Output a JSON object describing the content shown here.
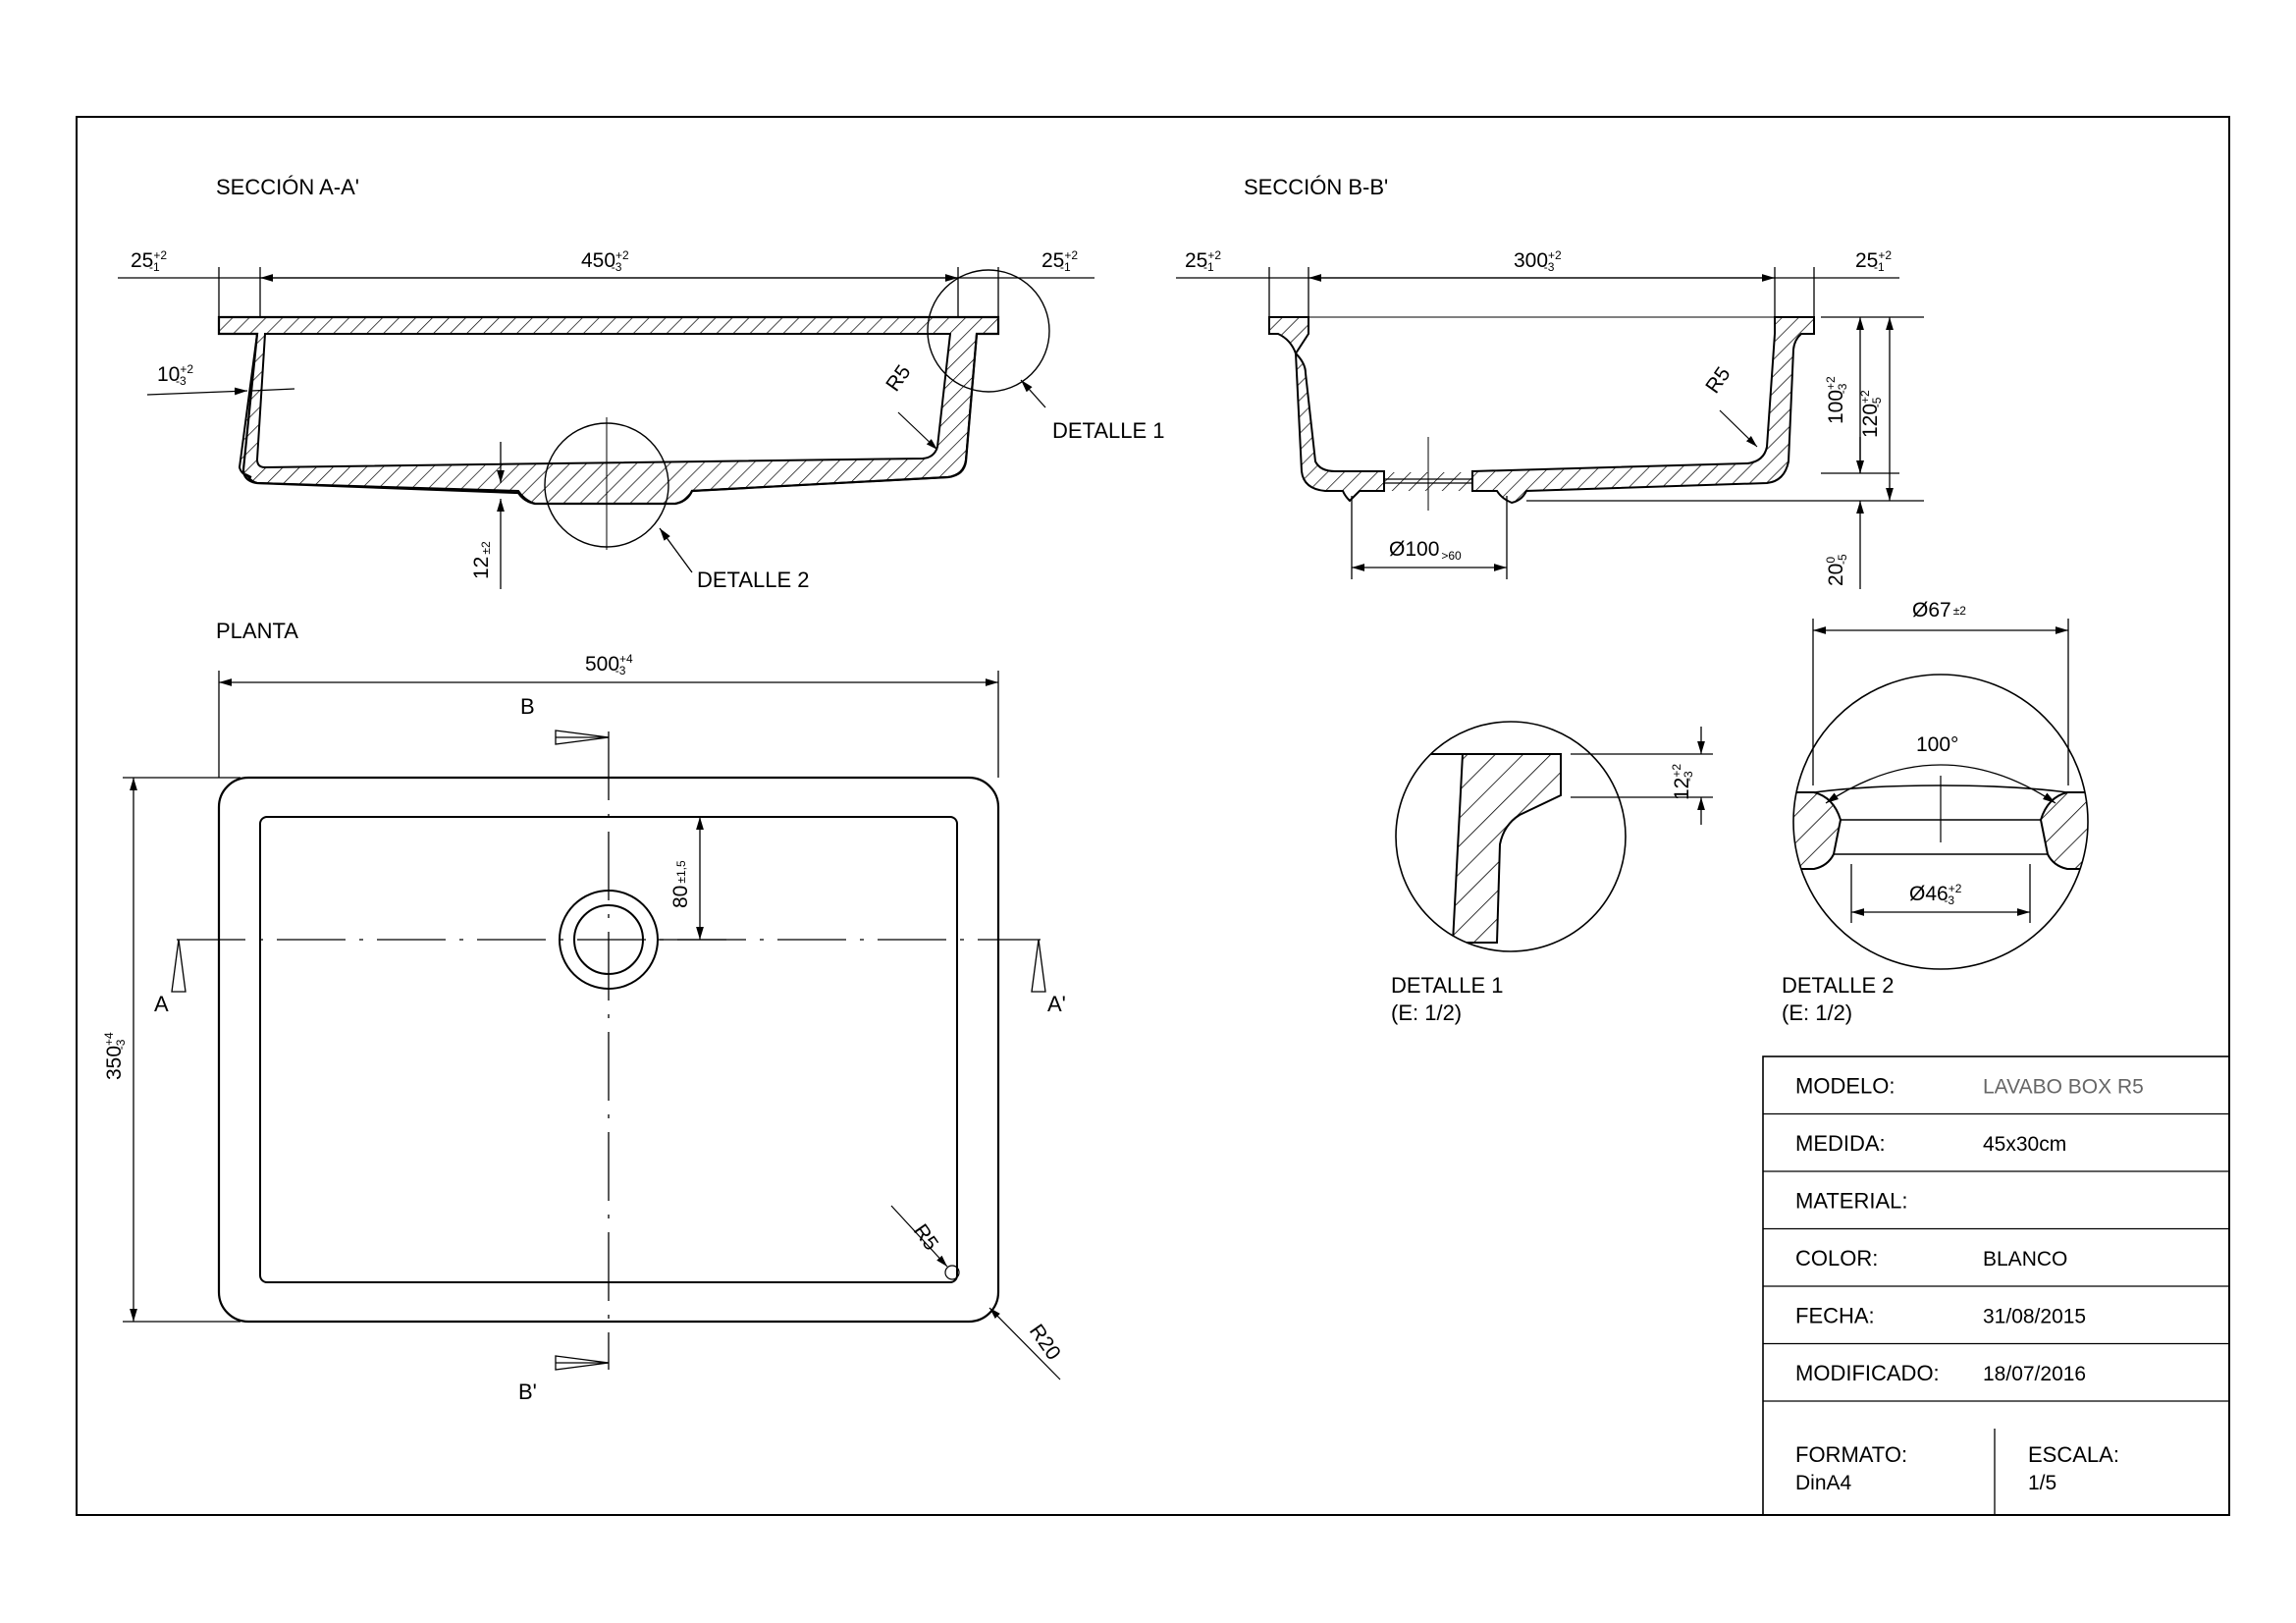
{
  "sections": {
    "aa": {
      "label": "SECCIÓN A-A'"
    },
    "bb": {
      "label": "SECCIÓN B-B'"
    },
    "plan": {
      "label": "PLANTA"
    }
  },
  "dims": {
    "aa_left": {
      "base": "25",
      "sup": "+2",
      "sub": "-1"
    },
    "aa_mid": {
      "base": "450",
      "sup": "+2",
      "sub": "-3"
    },
    "aa_right": {
      "base": "25",
      "sup": "+2",
      "sub": "-1"
    },
    "aa_wall": {
      "base": "10",
      "sup": "+2",
      "sub": "-3"
    },
    "aa_bottom": {
      "base": "12",
      "sub": "±2"
    },
    "aa_radius": "R5",
    "bb_left": {
      "base": "25",
      "sup": "+2",
      "sub": "-1"
    },
    "bb_mid": {
      "base": "300",
      "sup": "+2",
      "sub": "-3"
    },
    "bb_right": {
      "base": "25",
      "sup": "+2",
      "sub": "-1"
    },
    "bb_h100": {
      "base": "100",
      "sup": "+2",
      "sub": "-3"
    },
    "bb_h120": {
      "base": "120",
      "sup": "+2",
      "sub": "-5"
    },
    "bb_h20": {
      "base": "20",
      "sup": "0",
      "sub": "-5"
    },
    "bb_drain": {
      "base": "Ø100",
      "sub": ">60"
    },
    "bb_radius": "R5",
    "plan_width": {
      "base": "500",
      "sup": "+4",
      "sub": "-3"
    },
    "plan_height": {
      "base": "350",
      "sup": "+4",
      "sub": "-3"
    },
    "plan_offset": {
      "base": "80",
      "sub": "±1,5"
    },
    "plan_r5": "R5",
    "plan_r20": "R20",
    "d1_height": {
      "base": "12",
      "sup": "+2",
      "sub": "-3"
    },
    "d2_outer": {
      "base": "Ø67",
      "sub": "±2"
    },
    "d2_angle": "100°",
    "d2_inner": {
      "base": "Ø46",
      "sup": "+2",
      "sub": "-3"
    }
  },
  "markers": {
    "b_top": "B",
    "b_bottom": "B'",
    "a_left": "A",
    "a_right": "A'"
  },
  "details": {
    "d1_callout": "DETALLE 1",
    "d2_callout": "DETALLE 2",
    "d1_title": "DETALLE 1",
    "d1_scale": "(E: 1/2)",
    "d2_title": "DETALLE 2",
    "d2_scale": "(E: 1/2)"
  },
  "title_block": {
    "rows": [
      {
        "label": "MODELO:",
        "value": "LAVABO BOX R5",
        "grey": true
      },
      {
        "label": "MEDIDA:",
        "value": "45x30cm",
        "grey": false
      },
      {
        "label": "MATERIAL:",
        "value": "",
        "grey": false
      },
      {
        "label": "COLOR:",
        "value": "BLANCO",
        "grey": false
      },
      {
        "label": "FECHA:",
        "value": "31/08/2015",
        "grey": false
      },
      {
        "label": "MODIFICADO:",
        "value": "18/07/2016",
        "grey": false
      }
    ],
    "formato_label": "FORMATO:",
    "formato_value": "DinA4",
    "escala_label": "ESCALA:",
    "escala_value": "1/5"
  }
}
